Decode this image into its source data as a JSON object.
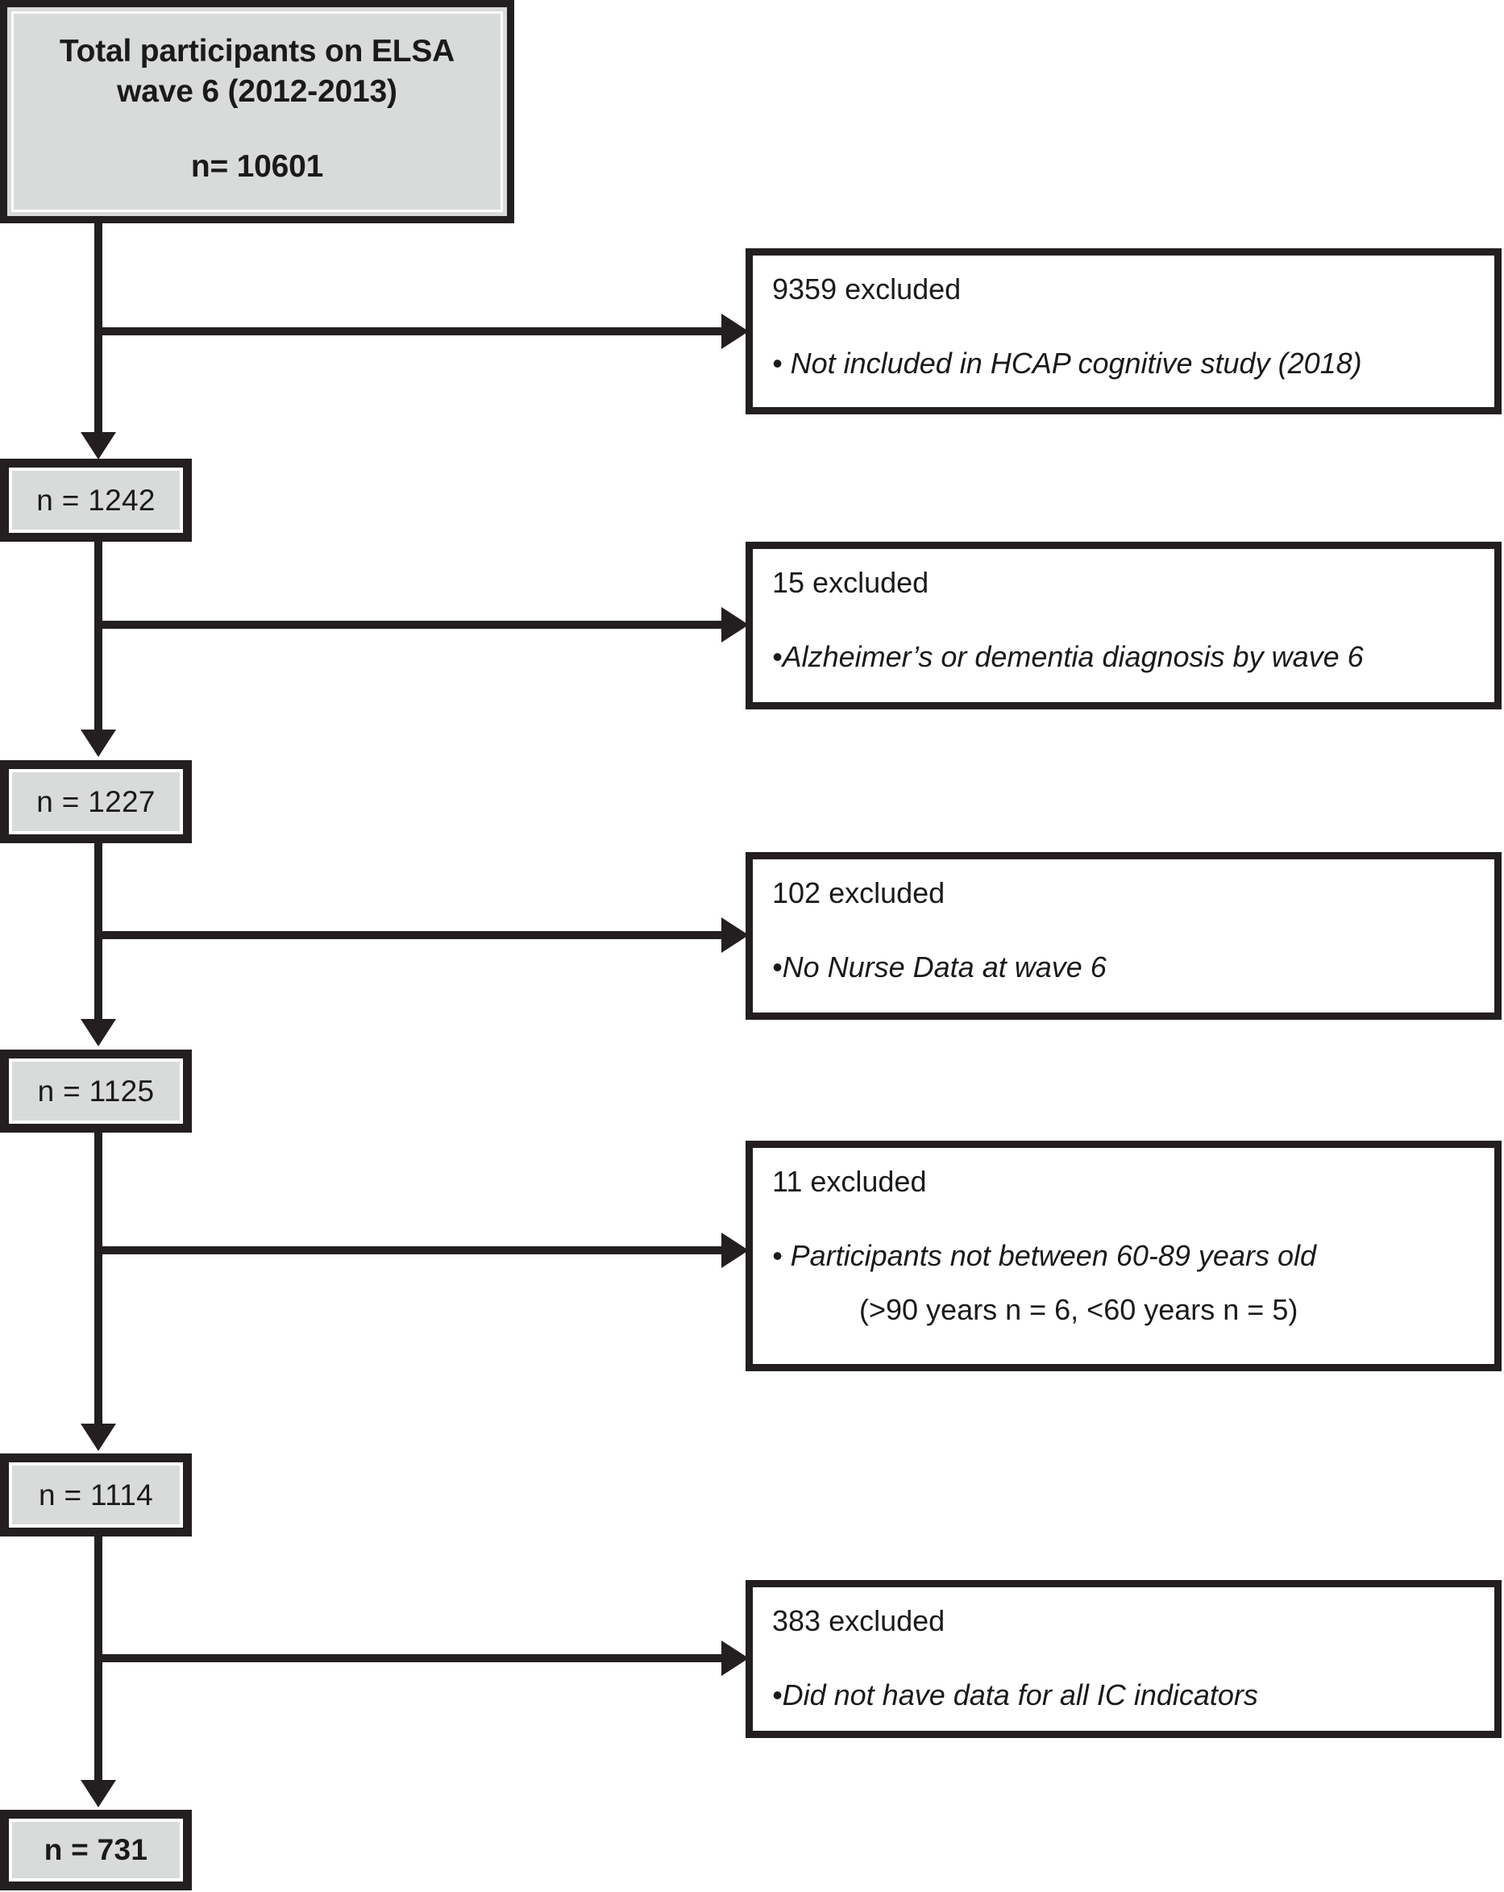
{
  "figure": {
    "type": "flowchart",
    "title": "ELSA wave 6 participant selection flow diagram"
  },
  "head_box": {
    "line1": "Total participants on ELSA",
    "line2": "wave 6 (2012-2013)",
    "n_label": "n= 10601"
  },
  "flow_boxes": [
    {
      "label": "n = 1242"
    },
    {
      "label": "n = 1227"
    },
    {
      "label": "n = 1125"
    },
    {
      "label": "n = 1114"
    },
    {
      "label": "n = 731"
    }
  ],
  "exclusion_boxes": [
    {
      "count_label": "9359 excluded",
      "bullet": "• Not included in HCAP cognitive study (2018)",
      "subline": ""
    },
    {
      "count_label": "15 excluded",
      "bullet": "•Alzheimer’s or dementia diagnosis by wave 6",
      "subline": ""
    },
    {
      "count_label": "102 excluded",
      "bullet": "•No Nurse Data at wave 6",
      "subline": ""
    },
    {
      "count_label": "11 excluded",
      "bullet": "•  Participants not between 60-89 years old",
      "subline": "(>90 years n = 6, <60 years n = 5)"
    },
    {
      "count_label": "383 excluded",
      "bullet": "•Did not have data for all IC indicators",
      "subline": ""
    }
  ],
  "colors": {
    "box_fill": "#d9dada",
    "line": "#231f20",
    "text": "#1a1a1a",
    "background": "#ffffff"
  }
}
